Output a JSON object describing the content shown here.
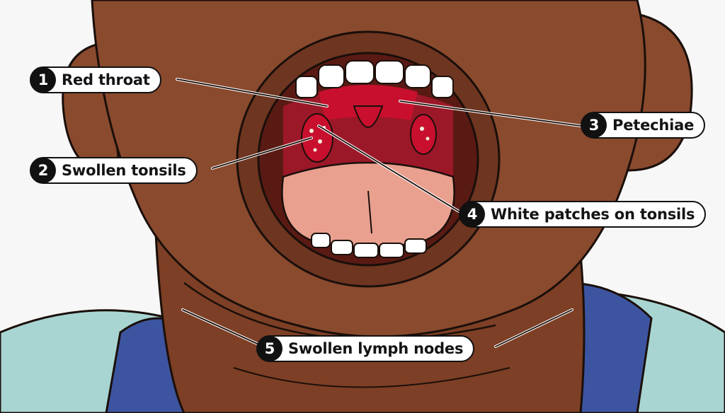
{
  "labels": [
    {
      "number": "1",
      "text": "Red throat"
    },
    {
      "number": "2",
      "text": "Swollen tonsils"
    },
    {
      "number": "3",
      "text": "Petechiae"
    },
    {
      "number": "4",
      "text": "White patches on tonsils"
    },
    {
      "number": "5",
      "text": "Swollen lymph nodes"
    }
  ],
  "colors": {
    "skin": "#8a4a2e",
    "skin_shadow": "#6e3520",
    "outline": "#1a0f0a",
    "throat_red": "#c8102e",
    "tongue": "#e9a08f",
    "teeth": "#ffffff",
    "collar": "#3d55a0",
    "shirt": "#a8d5d2"
  }
}
